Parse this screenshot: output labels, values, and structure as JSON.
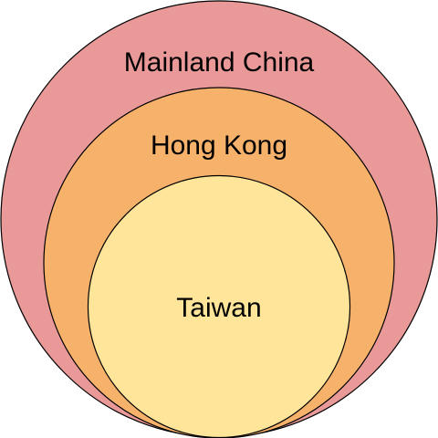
{
  "diagram": {
    "circles": [
      {
        "id": "outer",
        "label": "Mainland China",
        "fill": "#EA9999"
      },
      {
        "id": "middle",
        "label": "Hong Kong",
        "fill": "#F6B26B"
      },
      {
        "id": "inner",
        "label": "Taiwan",
        "fill": "#FFE599"
      }
    ],
    "stroke": "#000000"
  }
}
